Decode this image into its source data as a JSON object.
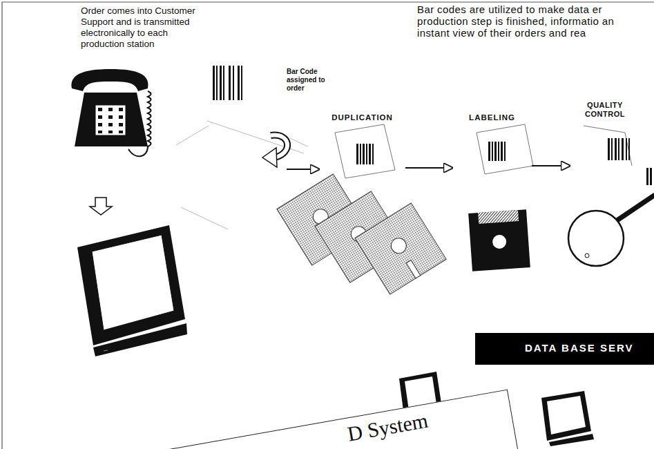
{
  "diagram": {
    "nodes": [
      {
        "text": [
          "Bar Code assigned to order"
        ]
      },
      {
        "text": [
          "DUPLICATION"
        ]
      },
      {
        "text": [
          "LABELING"
        ]
      },
      {
        "text": [
          "QUALITY CONTROL"
        ]
      },
      {
        "text": [
          "DATA BASE SERV"
        ]
      },
      {
        "text": [
          "D System"
        ]
      }
    ],
    "edges": [
      {
        "from": 0,
        "to": 1,
        "arrow": "to"
      },
      {
        "from": 1,
        "to": 2,
        "arrow": "to"
      },
      {
        "from": 2,
        "to": 3,
        "arrow": "to"
      }
    ],
    "labels": [
      "Order comes into Customer Support and is transmitted electronically to each production station",
      "Bar codes are utilized to make data er production step is finished, informatio an instant view of their orders and rea"
    ]
  }
}
